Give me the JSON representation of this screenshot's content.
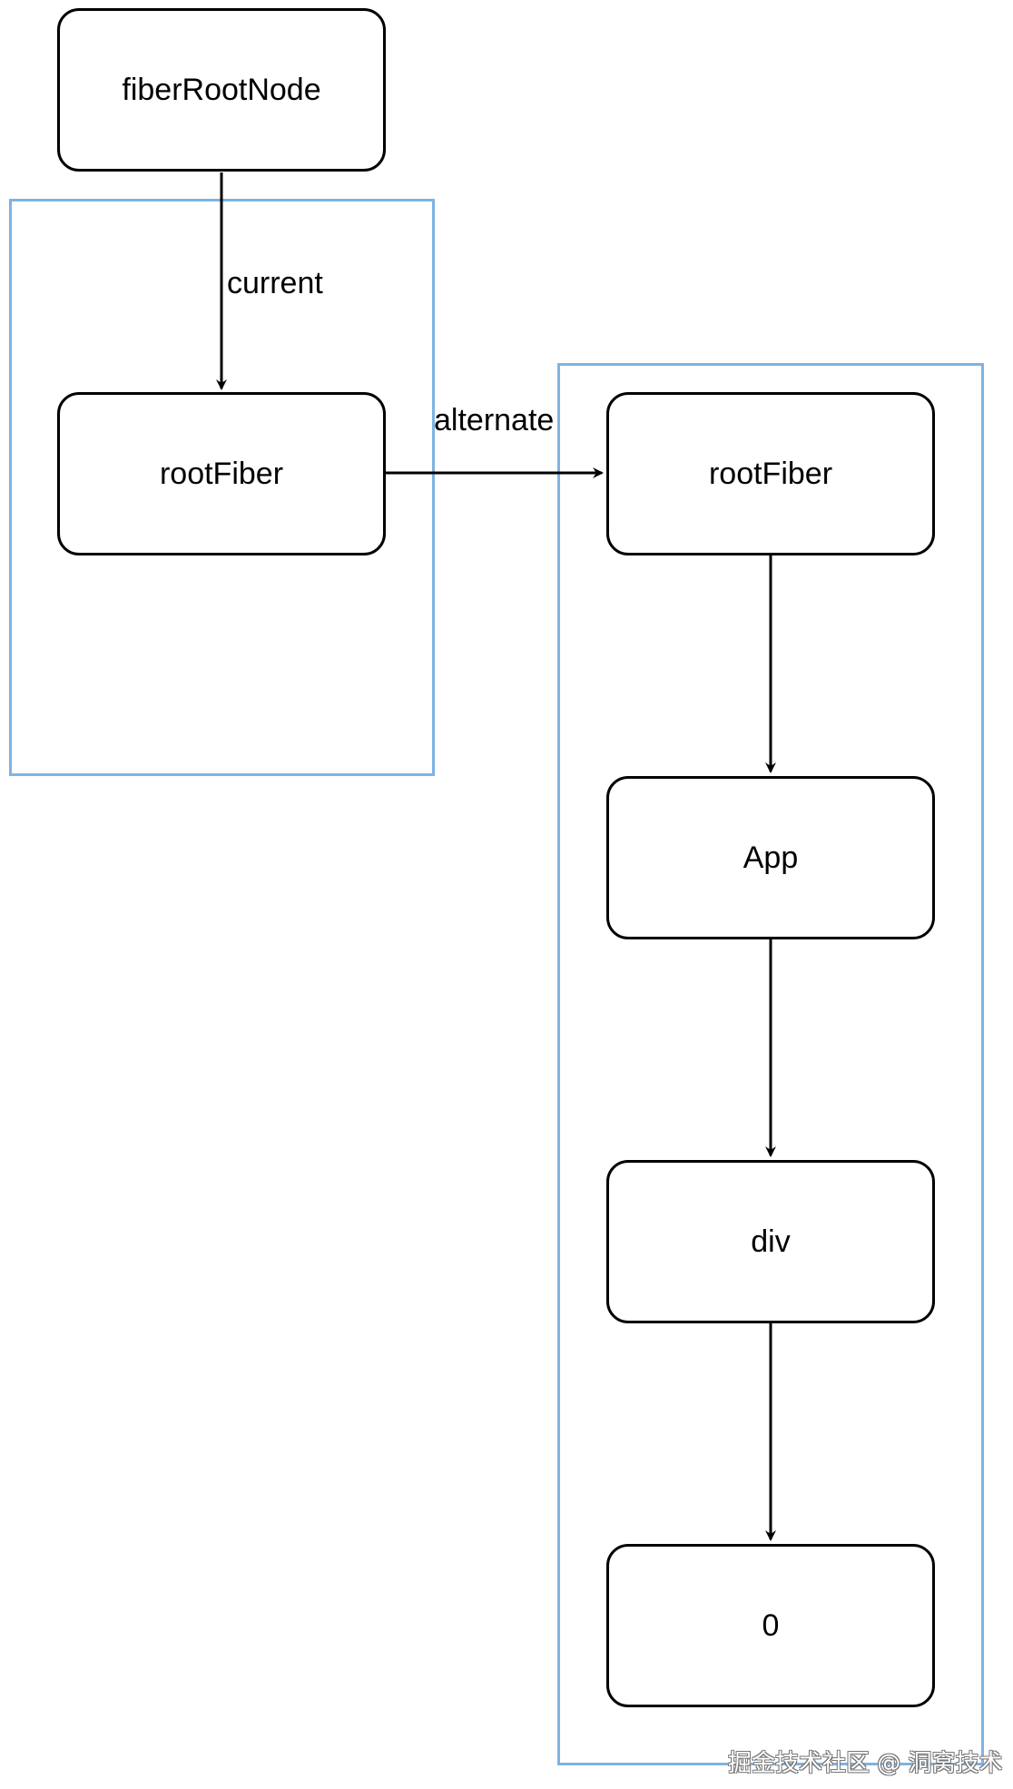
{
  "diagram": {
    "nodes": {
      "fiber_root_node": "fiberRootNode",
      "current_root_fiber": "rootFiber",
      "wip_root_fiber": "rootFiber",
      "app": "App",
      "div": "div",
      "zero": "0"
    },
    "edges": {
      "current": "current",
      "alternate": "alternate"
    },
    "colors": {
      "group_border": "#7fb3e3",
      "node_border": "#000000",
      "arrow": "#000000"
    }
  },
  "watermark": "掘金技术社区 @ 洞窝技术"
}
